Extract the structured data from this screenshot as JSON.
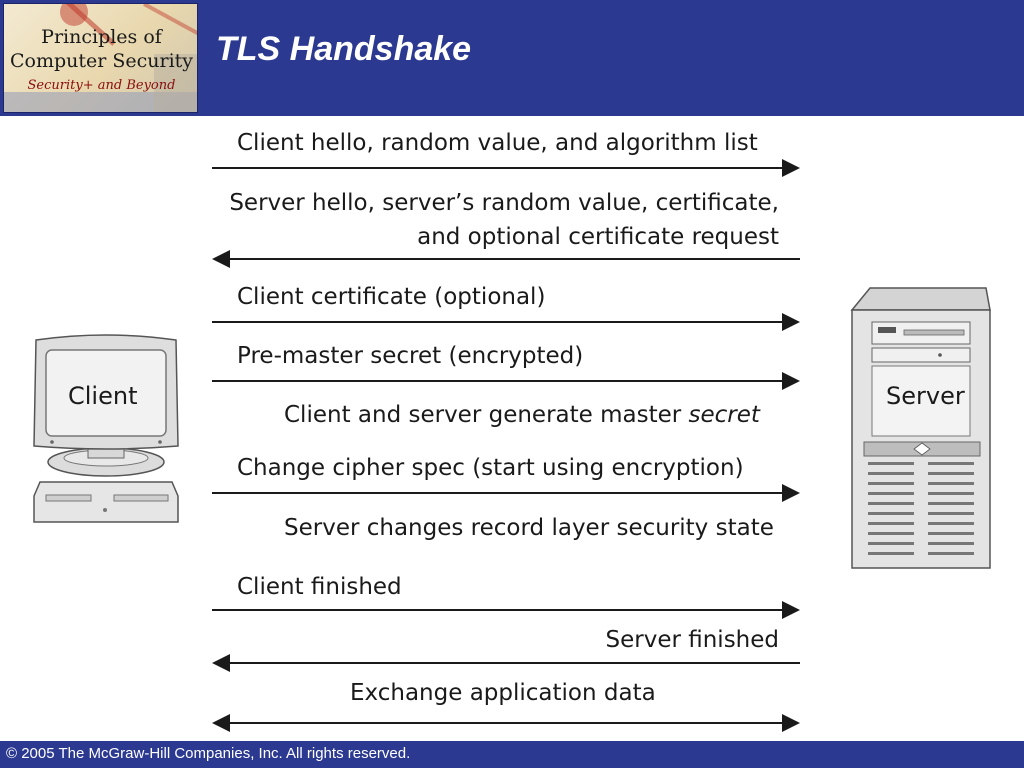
{
  "header": {
    "title": "TLS Handshake"
  },
  "logo": {
    "line1": "Principles of",
    "line2": "Computer Security",
    "line3": "Security+ and Beyond"
  },
  "footer": {
    "copyright": "© 2005 The McGraw-Hill Companies, Inc. All rights reserved."
  },
  "diagram": {
    "client_label": "Client",
    "server_label": "Server",
    "messages": {
      "client_hello": "Client hello, random value, and algorithm list",
      "server_hello_1": "Server hello, server’s random value, certificate,",
      "server_hello_2": "and optional certificate request",
      "client_certificate": "Client certificate (optional)",
      "pre_master_secret": "Pre-master secret (encrypted)",
      "master_secret_prefix": "Client and server generate master ",
      "master_secret_italic": "secret",
      "change_cipher_spec": "Change cipher spec (start using encryption)",
      "server_changes": "Server changes record layer security state",
      "client_finished": "Client finished",
      "server_finished": "Server finished",
      "exchange_data": "Exchange application data"
    }
  }
}
